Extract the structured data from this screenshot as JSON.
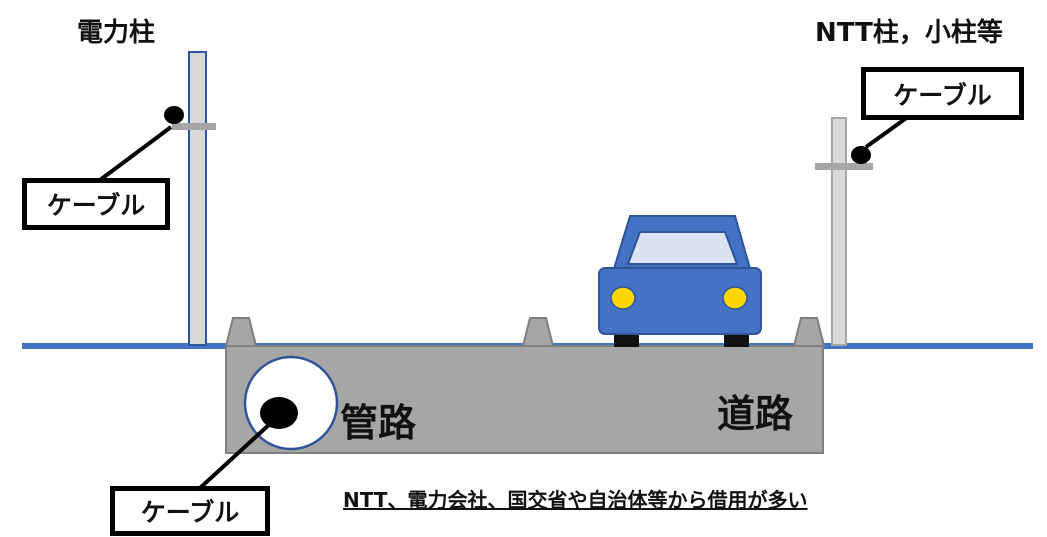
{
  "labels": {
    "power_pole": "電力柱",
    "ntt_pole": "NTT柱，小柱等",
    "conduit": "管路",
    "road": "道路",
    "note": "NTT、電力会社、国交省や自治体等から借用が多い"
  },
  "cable_boxes": {
    "left": "ケーブル",
    "right": "ケーブル",
    "bottom": "ケーブル"
  },
  "colors": {
    "ground_line": "#4472c4",
    "road_body": "#a6a6a6",
    "road_border": "#7f7f7f",
    "pole_fill": "#d9d9d9",
    "pole_left_border": "#2f5597",
    "pole_right_border": "#a6a6a6",
    "car_body": "#4472c4",
    "car_window": "#dae3f3",
    "headlight": "#ffd700",
    "cable": "#000000"
  }
}
